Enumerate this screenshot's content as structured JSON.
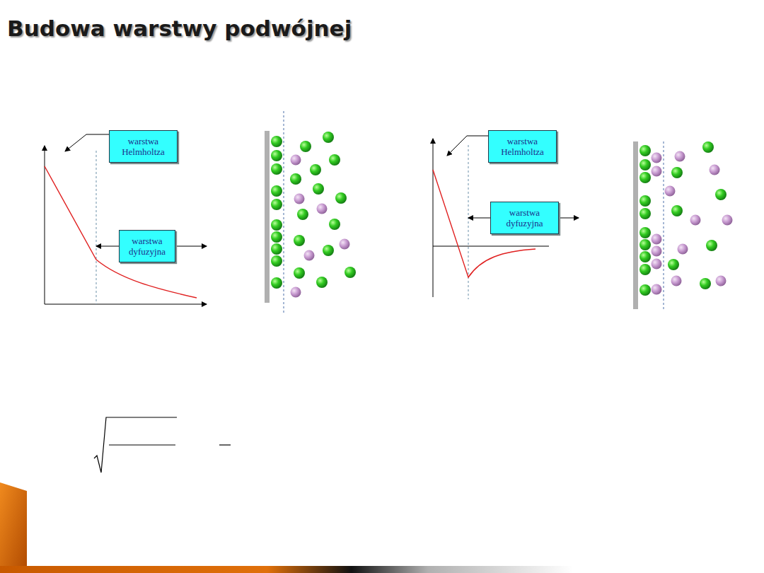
{
  "diagram": {
    "title": "Budowa warstwy podwójnej",
    "nodes": [
      {
        "text": [
          "warstwa Helmholtza"
        ]
      },
      {
        "text": [
          "warstwa dyfuzyjna"
        ]
      },
      {
        "text": [
          "warstwa Helmholtza"
        ]
      },
      {
        "text": [
          "warstwa dyfuzyjna"
        ]
      }
    ]
  }
}
